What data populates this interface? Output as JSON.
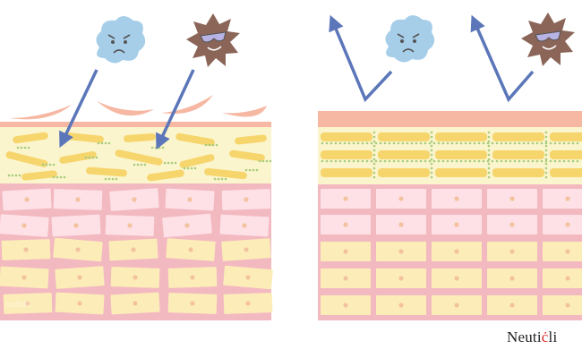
{
  "brand": {
    "prefix": "Neuti",
    "accent": "ċ",
    "suffix": "li",
    "accent_color": "#e0282e"
  },
  "illustration": {
    "left_panel": {
      "state": "damaged-skin-barrier",
      "irritants_penetrating": 2
    },
    "right_panel": {
      "state": "healthy-skin-barrier",
      "irritants_reflected": 2
    }
  },
  "colors": {
    "surface": "#f6b8a3",
    "lipid_layer": "#fbf5cd",
    "lipid_cells": "#f6d56d",
    "lipid_dots": "#a9cc7f",
    "pink_cells": "#fde1e6",
    "mortar": "#f3b9c1",
    "yellow_cells": "#fcedb8",
    "nucleus": "#f3c29e",
    "arrow": "#5b76b9",
    "pollutant_blue": "#a6cee9",
    "pollutant_brown": "#8a6558"
  }
}
